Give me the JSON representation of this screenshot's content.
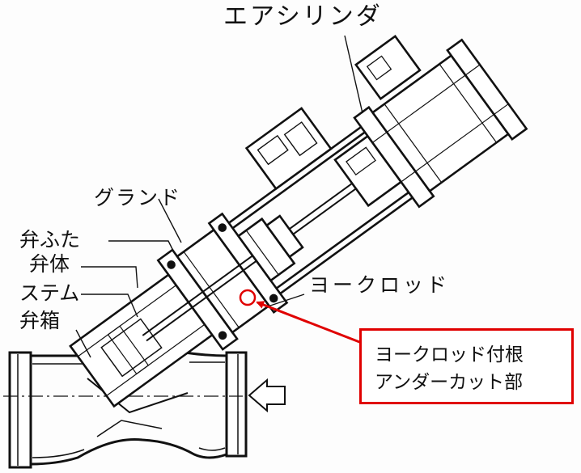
{
  "labels": {
    "air_cylinder": "エアシリンダ",
    "gland": "グランド",
    "bonnet": "弁ふた",
    "valve_body": "弁体",
    "stem": "ステム",
    "valve_box": "弁箱",
    "yoke_rod": "ヨークロッド"
  },
  "callout": {
    "line1": "ヨークロッド付根",
    "line2": "アンダーカット部",
    "color": "#e00000"
  },
  "colors": {
    "ink": "#111111",
    "highlight": "#e00000",
    "background": "#ffffff"
  }
}
